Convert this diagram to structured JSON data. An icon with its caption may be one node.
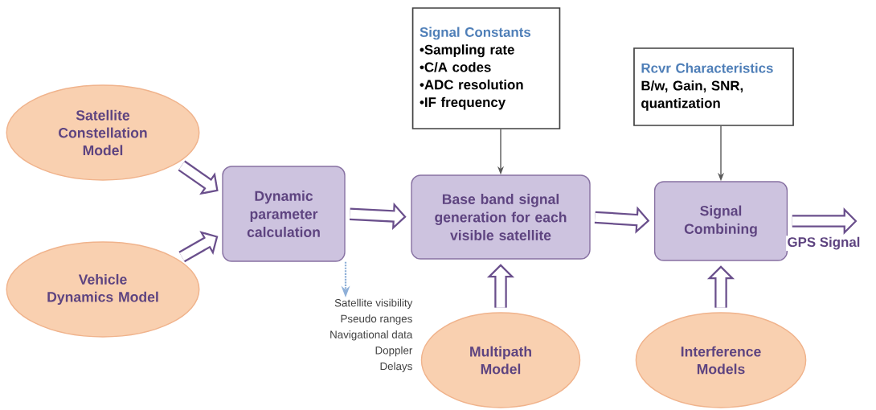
{
  "diagram": {
    "nodes": [
      {
        "text": [
          "Satellite Constellation Model"
        ]
      },
      {
        "text": [
          "Vehicle Dynamics Model"
        ]
      },
      {
        "text": [
          "Dynamic parameter calculation"
        ]
      },
      {
        "text": [
          "Signal Constants",
          "•Sampling rate",
          "•C/A codes",
          "•ADC resolution",
          "•IF frequency"
        ]
      },
      {
        "text": [
          "Base band signal generation for each visible satellite"
        ]
      },
      {
        "text": [
          "Rcvr Characteristics",
          "B/w, Gain, SNR, quantization"
        ]
      },
      {
        "text": [
          "Multipath Model"
        ]
      },
      {
        "text": [
          "Signal Combining"
        ]
      },
      {
        "text": [
          "Interference Models"
        ]
      },
      {
        "text": [
          "Satellite visibility",
          "Pseudo ranges",
          "Navigational data",
          "Doppler",
          "Delays"
        ]
      }
    ],
    "edges": [
      {
        "from": 0,
        "to": 2,
        "arrow": "to"
      },
      {
        "from": 1,
        "to": 2,
        "arrow": "to"
      },
      {
        "from": 2,
        "to": 4,
        "arrow": "to"
      },
      {
        "from": 3,
        "to": 4,
        "arrow": "to",
        "color": "#595959"
      },
      {
        "from": 6,
        "to": 4,
        "arrow": "to"
      },
      {
        "from": 4,
        "to": 7,
        "arrow": "to"
      },
      {
        "from": 5,
        "to": 7,
        "arrow": "to",
        "color": "#595959"
      },
      {
        "from": 8,
        "to": 7,
        "arrow": "to"
      },
      {
        "from": 7,
        "to": null,
        "arrow": "to",
        "label": "GPS Signal"
      },
      {
        "from": 2,
        "to": 9,
        "arrow": "to",
        "style": "dashed",
        "color": "#8fb0d8"
      }
    ]
  }
}
